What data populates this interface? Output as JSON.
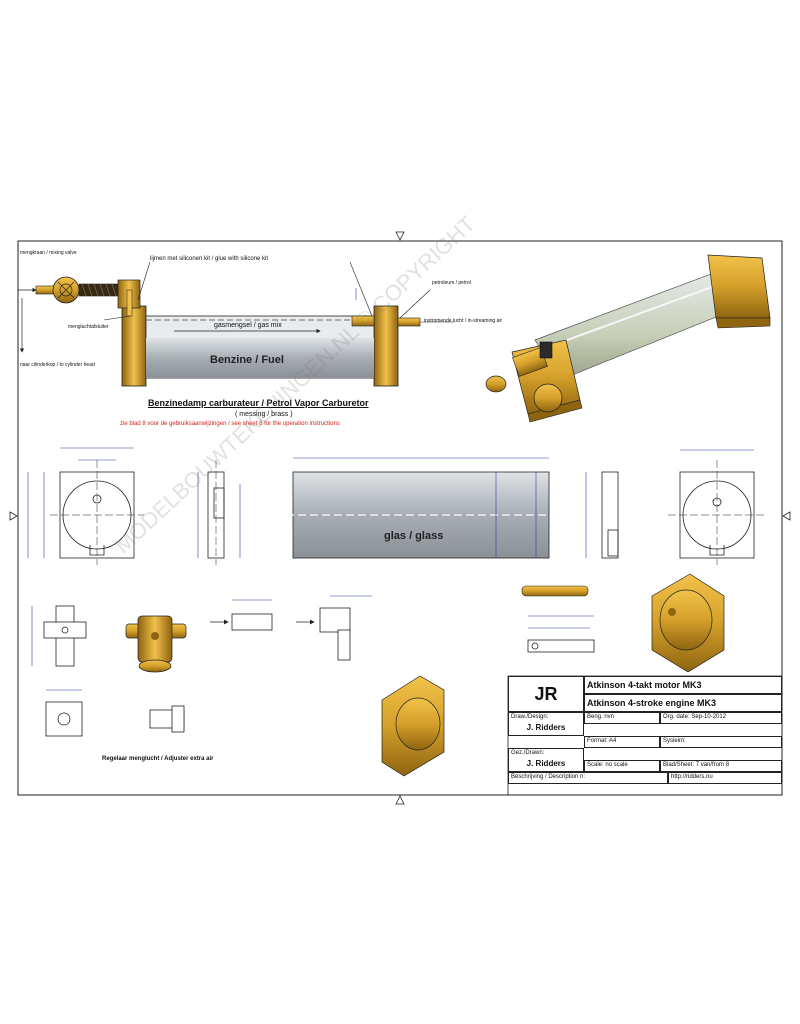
{
  "drawing": {
    "main_title": "Benzinedamp carburateur / Petrol Vapor Carburetor",
    "material": "( messing / brass )",
    "instructions_note": "zie blad 8 voor de gebruiksaanwijzingen / see sheet 8 for the operation instructions",
    "label_benzine": "Benzine / Fuel",
    "label_gas_mix": "gasmengsel / gas mix",
    "label_glass": "glas / glass",
    "label_glue": "lijmen met siliconen kit / glue with silicone kit",
    "label_mixing_valve": "mengkraan / mixing valve",
    "label_tube_vapor": "instromende lucht / in-streaming air",
    "label_fill": "petroleum / petrol",
    "label_mixed_air": "mengluchtafsluiter",
    "label_to_cylinder": "naar cilinderkop / to cylinder head",
    "label_regulator": "Regelaar menglucht / Adjuster extra air",
    "watermark": "MODELBOUWTEKENINGEN.NL © COPYRIGHT"
  },
  "title_block": {
    "logo": "JR",
    "title_nl": "Atkinson 4-takt motor MK3",
    "title_en": "Atkinson 4-stroke engine MK3",
    "draw_design_label": "Draw./Design:",
    "draw_design_name": "J. Ridders",
    "gez_drawn_label": "Gez./Drawn:",
    "gez_drawn_name": "J. Ridders",
    "beng": "Beng.:nvn",
    "orig_date": "Org. date: Sep-10-2012",
    "format": "Format: A4",
    "system": "Sysleim:",
    "scale": "Scale: no scale",
    "sheet": "Blad/Sheet: 7 van/from 8",
    "description_label": "Beschrijving / Description n:",
    "website": "http://ridders.nu"
  },
  "colors": {
    "brass": "#d4a02a",
    "brass_dark": "#9c6f12",
    "glass": "#b9bfc4",
    "line": "#222222",
    "dim_blue": "#2c3ea8",
    "red_text": "#d1201b"
  }
}
